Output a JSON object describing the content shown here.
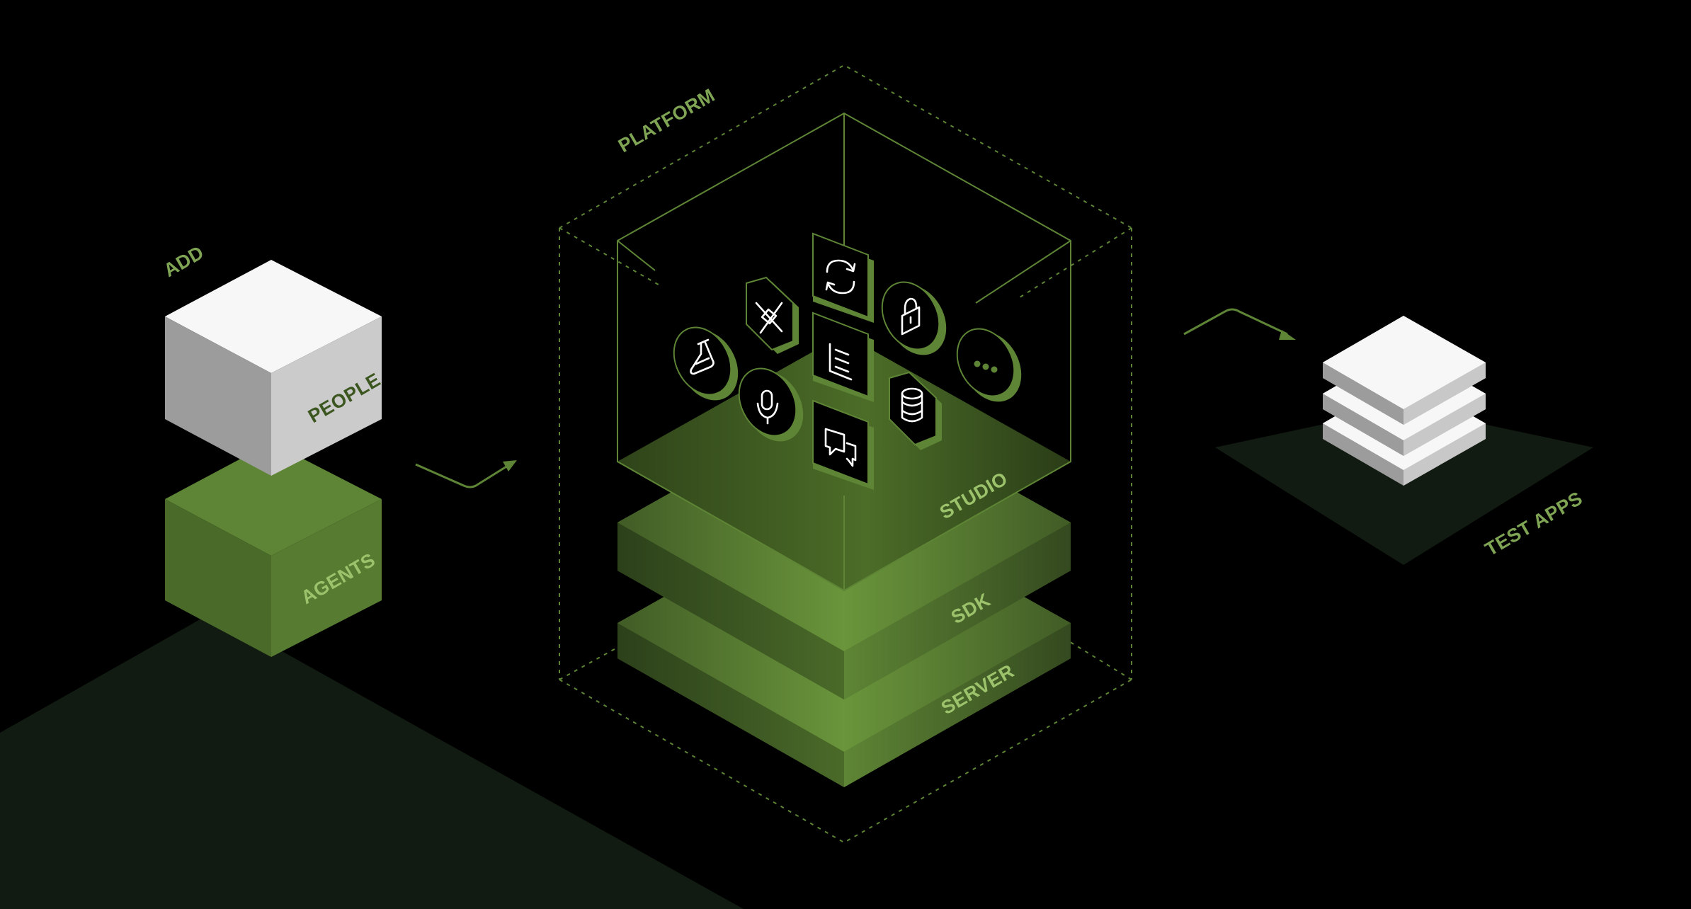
{
  "labels": {
    "add": "ADD",
    "people": "PEOPLE",
    "agents": "AGENTS",
    "platform": "PLATFORM",
    "studio": "STUDIO",
    "sdk": "SDK",
    "server": "SERVER",
    "test_apps": "TEST APPS"
  },
  "icons": [
    "refresh-icon",
    "tools-icon",
    "lock-icon",
    "flask-icon",
    "document-list-icon",
    "more-icon",
    "microphone-icon",
    "database-icon",
    "chat-bubbles-icon"
  ],
  "colors": {
    "background": "#000000",
    "floor": "#111b11",
    "accent": "#5e8535",
    "accent_dark": "#3c5620",
    "label_green": "#7ea454",
    "white_cube": "#f7f7f7"
  }
}
